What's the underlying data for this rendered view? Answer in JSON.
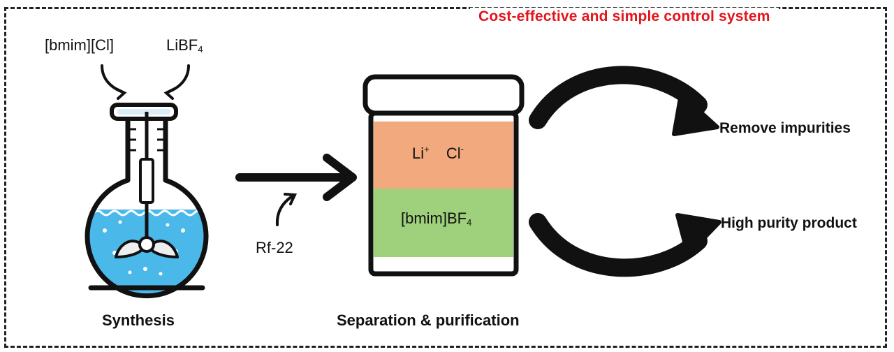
{
  "header": {
    "title": "Cost-effective and simple control system"
  },
  "reagents": {
    "reagent_1": "[bmim][Cl]",
    "reagent_2": {
      "base": "LiBF",
      "sub": "4"
    }
  },
  "steps": {
    "synthesis": "Synthesis",
    "separation": "Separation & purification"
  },
  "gas": "Rf-22",
  "layers": {
    "top": {
      "ion_1": "Li",
      "ion_1_sup": "+",
      "ion_2": "Cl",
      "ion_2_sup": "-"
    },
    "bottom": {
      "base": "[bmim]BF",
      "sub": "4"
    }
  },
  "outputs": {
    "impurities": "Remove impurities",
    "product": "High purity product"
  },
  "colors": {
    "title_red": "#e3141b",
    "liquid_blue": "#4bb8ea",
    "top_layer": "#f1a97d",
    "bottom_layer": "#9fd07b"
  }
}
